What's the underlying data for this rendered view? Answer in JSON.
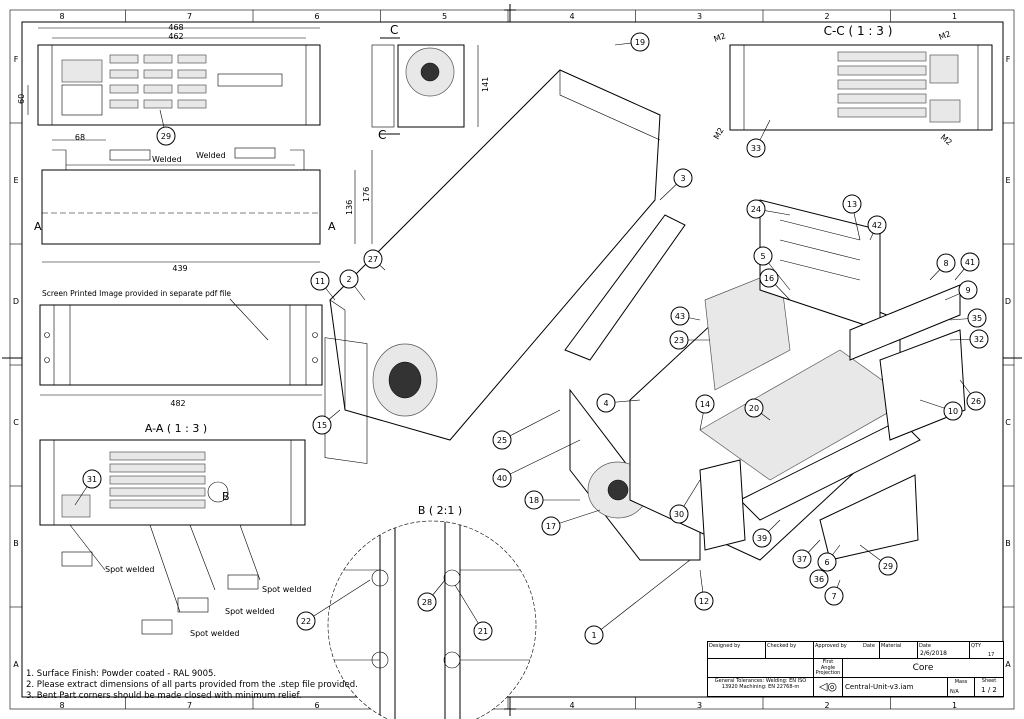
{
  "sheet": {
    "zone_columns": [
      "8",
      "7",
      "6",
      "5",
      "4",
      "3",
      "2",
      "1"
    ],
    "zone_rows": [
      "F",
      "E",
      "D",
      "C",
      "B",
      "A"
    ]
  },
  "views": {
    "front": {
      "dims": [
        "468",
        "462",
        "60",
        "68"
      ],
      "balloon": "29"
    },
    "side_c": {
      "section_marks": [
        "C",
        "C"
      ],
      "dim": "141"
    },
    "top": {
      "welded_labels": [
        "Welded",
        "Welded"
      ],
      "dims": [
        "136",
        "176",
        "439"
      ],
      "section_marks": [
        "A",
        "A"
      ]
    },
    "rear": {
      "note": "Screen Printed Image provided in separate pdf file",
      "dim": "482"
    },
    "section_aa": {
      "title": "A-A ( 1 : 3 )",
      "detail_mark": "B",
      "balloon": "31",
      "spot_welded": [
        "Spot welded",
        "Spot welded",
        "Spot welded",
        "Spot welded"
      ]
    },
    "detail_b": {
      "title": "B ( 2:1 )",
      "balloons": [
        "22",
        "28",
        "21"
      ]
    },
    "section_cc": {
      "title": "C-C ( 1 : 3 )",
      "m2_labels": [
        "M2",
        "M2",
        "M2",
        "M2"
      ],
      "balloon": "33"
    },
    "exploded": {
      "balloons": [
        "19",
        "3",
        "24",
        "13",
        "42",
        "5",
        "16",
        "8",
        "41",
        "9",
        "35",
        "32",
        "43",
        "23",
        "4",
        "14",
        "20",
        "10",
        "26",
        "25",
        "40",
        "18",
        "17",
        "30",
        "39",
        "37",
        "6",
        "36",
        "29",
        "7",
        "12",
        "1",
        "11",
        "2",
        "27",
        "15"
      ]
    }
  },
  "notes": [
    "1. Surface Finish: Powder coated - RAL 9005.",
    "2. Please extract dimensions of all parts provided from the .step file provided.",
    "3. Bent Part corners should be made closed with minimum relief."
  ],
  "title_block": {
    "designed_by_label": "Designed by",
    "checked_by_label": "Checked by",
    "approved_by_label": "Approved by",
    "date_label_1": "Date",
    "material_label": "Material",
    "date_label": "Date",
    "date_value": "2/6/2018",
    "qty_label": "QTY",
    "qty_value": "17",
    "projection": "First Angle Projection",
    "title": "Core",
    "tolerances": "General Tolerances: Welding: EN ISO 13920 Machining: EN 22768-m",
    "filename": "Central-Unit-v3.iam",
    "mass_label": "Mass",
    "mass_value": "N/A",
    "sheet_label": "Sheet",
    "sheet_value": "1 / 2"
  }
}
